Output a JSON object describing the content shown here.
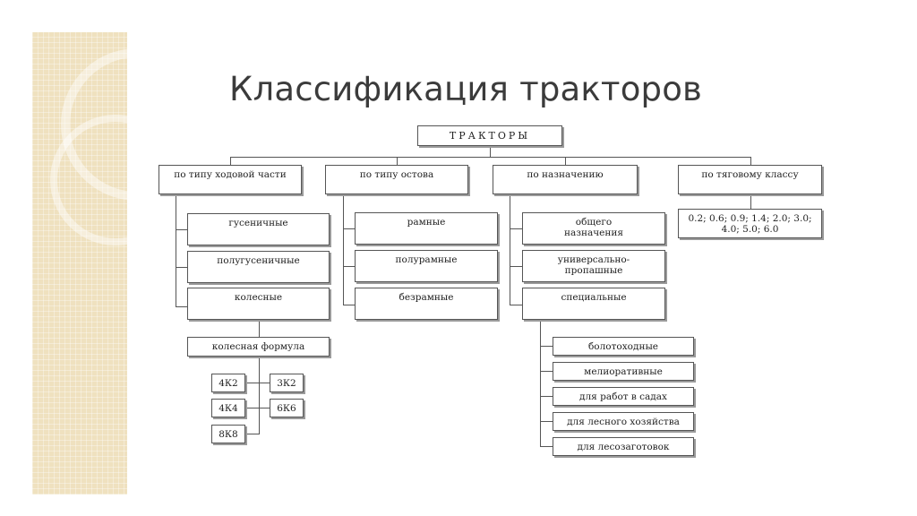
{
  "title": "Классификация тракторов",
  "root": "ТРАКТОРЫ",
  "categories": {
    "running_gear": "по типу ходовой части",
    "frame": "по типу остова",
    "purpose": "по назначению",
    "traction": "по тяговому классу"
  },
  "running_gear_items": [
    "гусеничные",
    "полугусеничные",
    "колесные"
  ],
  "wheel_formula": "колесная формула",
  "wheel_formula_items": [
    "4К2",
    "3К2",
    "4К4",
    "6К6",
    "8К8"
  ],
  "frame_items": [
    "рамные",
    "полурамные",
    "безрамные"
  ],
  "purpose_items": [
    "общего назначения",
    "универсально-пропашные",
    "специальные"
  ],
  "special_items": [
    "болотоходные",
    "мелиоративные",
    "для работ в садах",
    "для лесного хозяйства",
    "для лесозаготовок"
  ],
  "traction_classes": "0.2; 0.6; 0.9; 1.4; 2.0; 3.0; 4.0; 5.0; 6.0"
}
